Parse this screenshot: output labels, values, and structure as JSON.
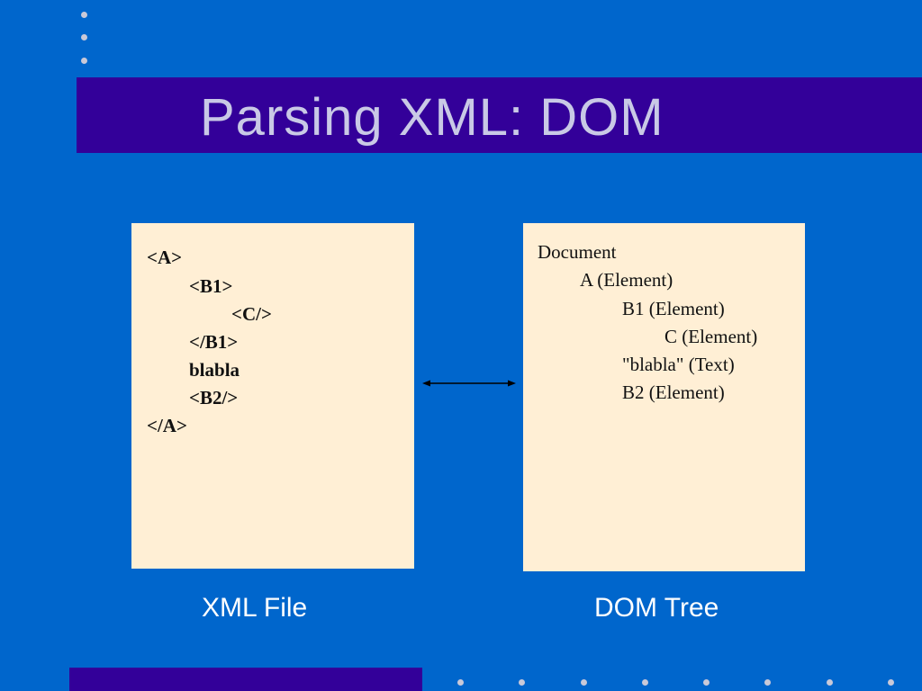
{
  "slide": {
    "title": "Parsing XML: DOM",
    "colors": {
      "background": "#0066cc",
      "band": "#330099",
      "panel": "#ffefd5",
      "dots": "#c9c9d8"
    }
  },
  "xml_file": {
    "lines": [
      "<A>",
      "<B1>",
      "<C/>",
      "</B1>",
      "blabla",
      "<B2/>",
      "</A>"
    ],
    "caption": "XML File"
  },
  "dom_tree": {
    "lines": [
      "Document",
      "A (Element)",
      "B1 (Element)",
      "C (Element)",
      "\"blabla\" (Text)",
      "B2 (Element)"
    ],
    "caption": "DOM Tree"
  },
  "connector": {
    "icon": "double-headed-arrow-icon"
  }
}
